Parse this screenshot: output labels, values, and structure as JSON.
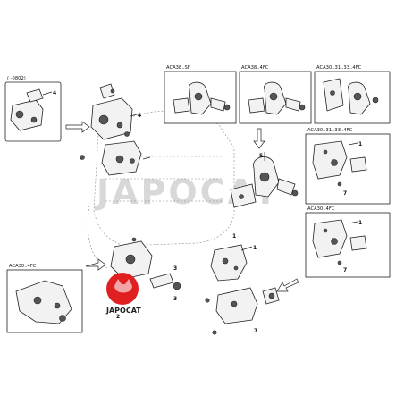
{
  "labels": {
    "top_left_box": "( -0802)",
    "box_aca38_sf": "ACA38..SF",
    "box_aca38_4fc": "ACA38..4FC",
    "box_aca30_31_33_4fc_top": "ACA30..31..33..4FC",
    "box_aca30_31_33_4fc_right": "ACA30..31..33..4FC",
    "box_aca30_4fc_right": "ACA30..4FC",
    "box_aca30_4fc_left": "ACA30..4FC"
  },
  "callouts": {
    "c1": "4",
    "c2": "4",
    "c3": "1",
    "c4": "5",
    "c5": "1",
    "c6": "7",
    "c7": "1",
    "c8": "7",
    "c9": "3",
    "c10": "1",
    "c11": "7",
    "c12": "3",
    "c13": "2"
  },
  "watermark": {
    "center": "JAPOCAT",
    "logo": "JAPOCAT",
    "logo_color": "#e02020"
  }
}
